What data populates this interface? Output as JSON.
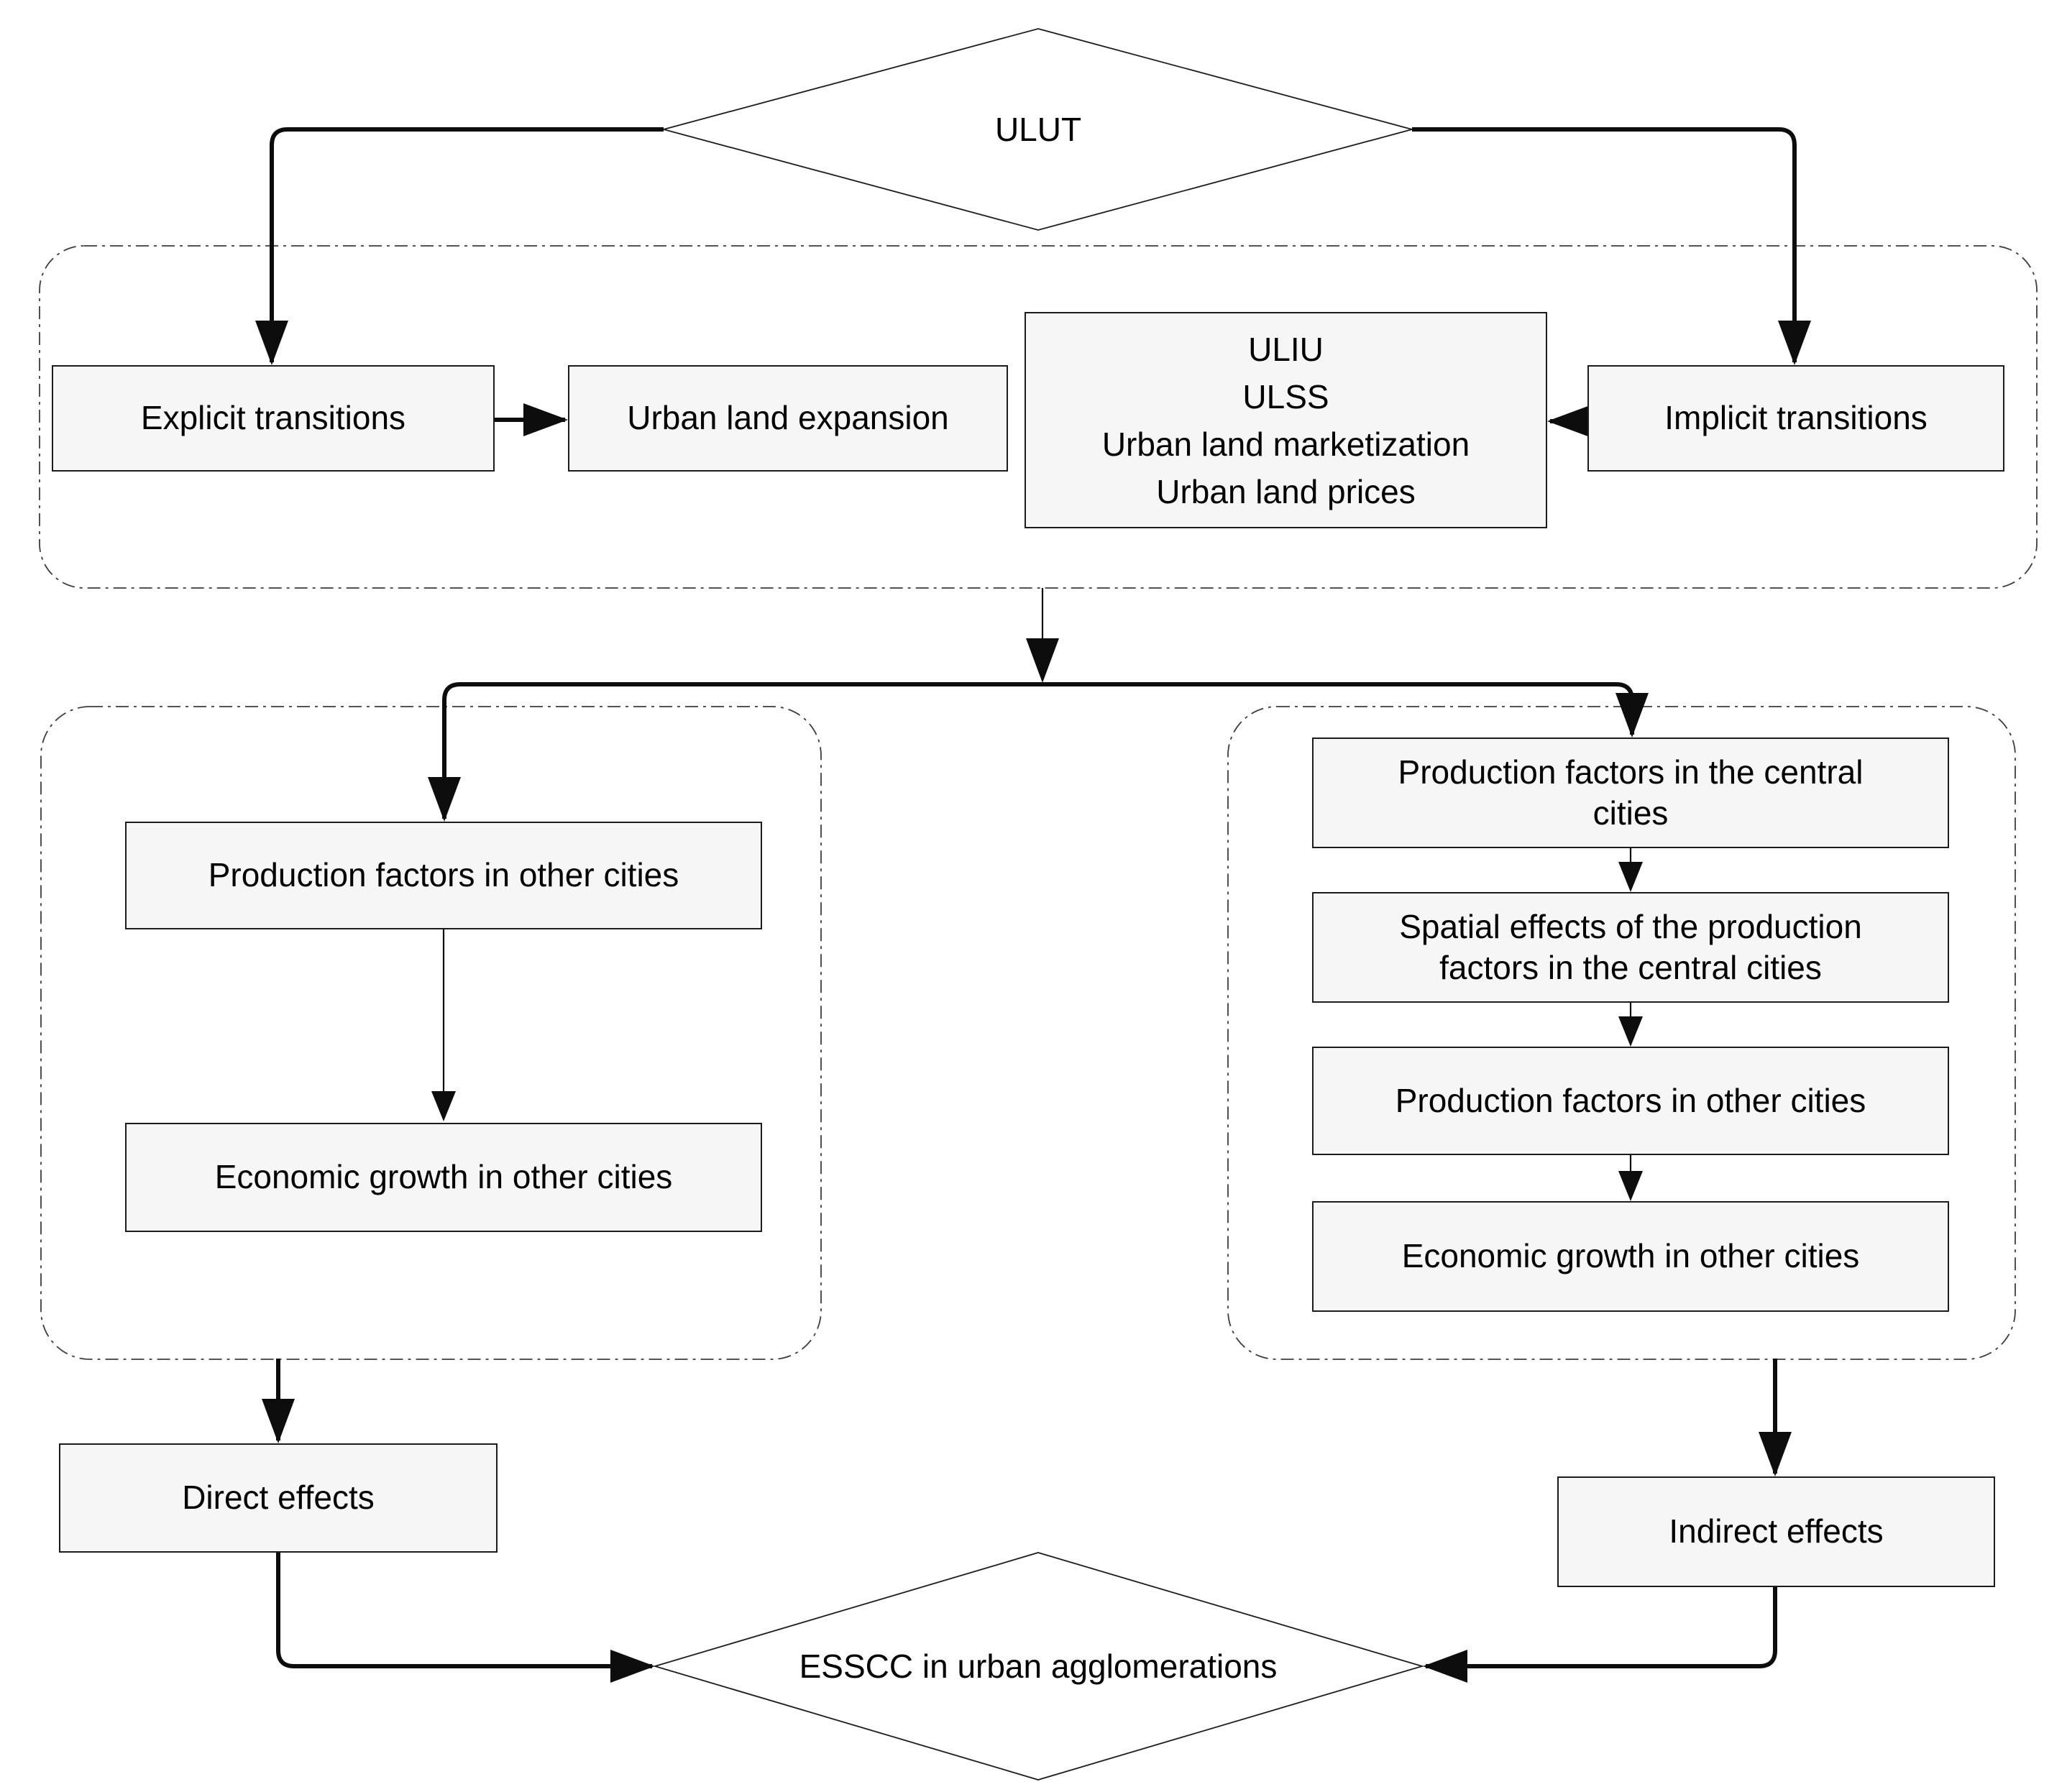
{
  "diagram": {
    "top_diamond": {
      "label": "ULUT"
    },
    "bottom_diamond": {
      "label": "ESSCC in urban agglomerations"
    },
    "transitions_container": {
      "explicit_box": {
        "label": "Explicit transitions"
      },
      "urban_land_expansion_box": {
        "label": "Urban land expansion"
      },
      "measures_box": {
        "lines": [
          "ULIU",
          "ULSS",
          "Urban land marketization",
          "Urban land prices"
        ]
      },
      "implicit_box": {
        "label": "Implicit transitions"
      }
    },
    "direct_container": {
      "production_factors_box": {
        "label": "Production factors in other cities"
      },
      "economic_growth_box": {
        "label": "Economic growth in other cities"
      }
    },
    "indirect_container": {
      "central_factors_box": {
        "lines": [
          "Production factors in the central",
          "cities"
        ]
      },
      "spatial_effects_box": {
        "lines": [
          "Spatial effects of the production",
          "factors in the central cities"
        ]
      },
      "other_factors_box": {
        "label": "Production factors in other cities"
      },
      "economic_growth_box": {
        "label": "Economic growth in other cities"
      }
    },
    "direct_effects_box": {
      "label": "Direct effects"
    },
    "indirect_effects_box": {
      "label": "Indirect effects"
    },
    "colors": {
      "background": "#ffffff",
      "box_fill": "#f6f6f6",
      "box_border": "#1c1c1c",
      "line": "#0d0d0d",
      "container_border": "#3c3c3c"
    }
  }
}
